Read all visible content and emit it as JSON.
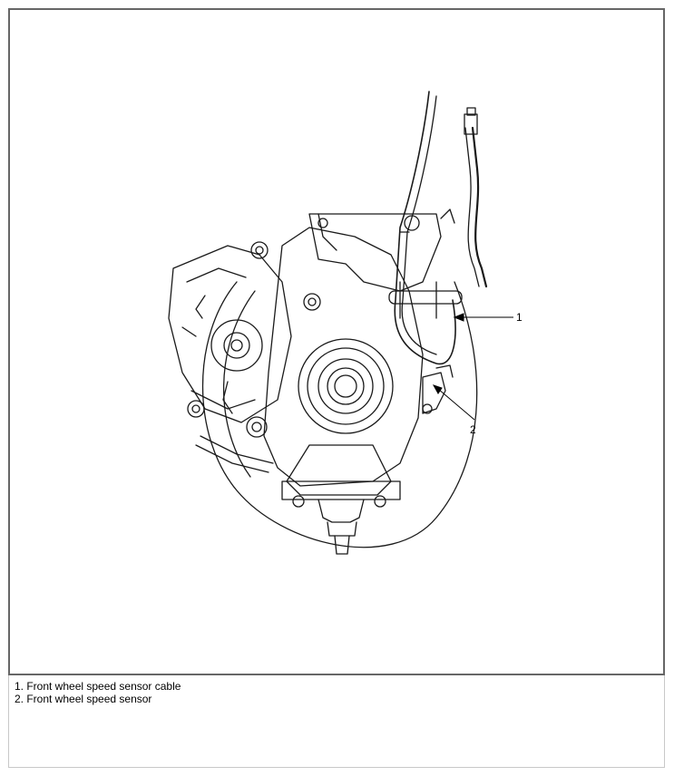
{
  "figure": {
    "callouts": [
      {
        "number": "1"
      },
      {
        "number": "2"
      }
    ]
  },
  "legend": {
    "items": [
      {
        "text": "1. Front wheel speed sensor cable"
      },
      {
        "text": "2. Front wheel speed sensor"
      }
    ]
  },
  "colors": {
    "line": "#1a1a1a",
    "frame": "#666666"
  }
}
